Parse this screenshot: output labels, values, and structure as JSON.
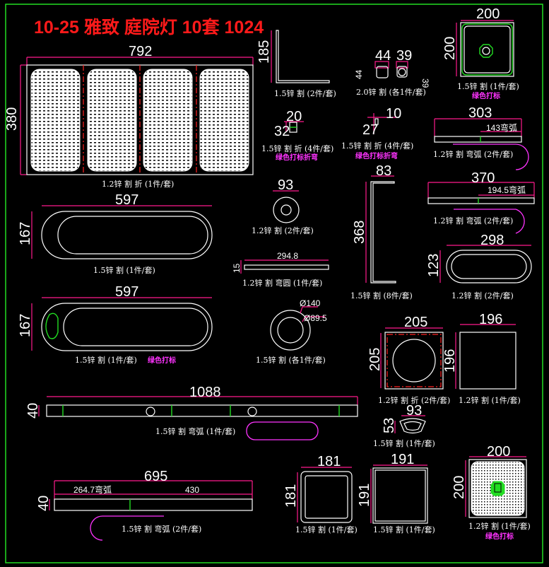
{
  "title": "10-25 雅致 庭院灯 10套 1024",
  "colors": {
    "background": "#000000",
    "title": "#ff1a1a",
    "dimension": "#ff1a8c",
    "outline": "#ffffff",
    "marker": "#22dd22",
    "note": "#ff33ff",
    "frame": "#22dd22"
  },
  "parts": [
    {
      "id": "front-panel",
      "dims": [
        "792",
        "380"
      ],
      "label": "1.2锌 割 折 (1件/套)"
    },
    {
      "id": "angle-bracket",
      "dims": [
        "185"
      ],
      "label": "1.5锌 割 (2件/套)"
    },
    {
      "id": "small-plates",
      "dims": [
        "44",
        "44",
        "39",
        "39"
      ],
      "label": "2.0锌 割 (各1件/套)"
    },
    {
      "id": "top-plate",
      "dims": [
        "200",
        "200"
      ],
      "label": "1.5锌 割 (1件/套)",
      "note": "绿色打标"
    },
    {
      "id": "tab-20x32",
      "dims": [
        "20",
        "32"
      ],
      "label": "1.5锌 割 折 (4件/套)",
      "note": "绿色打标折弯"
    },
    {
      "id": "tab-10x27",
      "dims": [
        "10",
        "27"
      ],
      "label": "1.5锌 割 折 (4件/套)",
      "note": "绿色打标折弯"
    },
    {
      "id": "strip-303",
      "dims": [
        "303",
        "143弯弧"
      ],
      "label": "1.2锌 割 弯弧 (2件/套)"
    },
    {
      "id": "oval-ring-597",
      "dims": [
        "597",
        "167"
      ],
      "label": "1.5锌 割 (1件/套)"
    },
    {
      "id": "washer-93",
      "dims": [
        "93"
      ],
      "label": "1.2锌 割 (2件/套)"
    },
    {
      "id": "strip-294",
      "dims": [
        "294.8",
        "15"
      ],
      "label": "1.2锌 割 弯圆 (1件/套)"
    },
    {
      "id": "c-channel",
      "dims": [
        "83",
        "368"
      ],
      "label": "1.5锌 割 (8件/套)"
    },
    {
      "id": "strip-370",
      "dims": [
        "370",
        "194.5弯弧"
      ],
      "label": "1.2锌 割 弯弧 (2件/套)"
    },
    {
      "id": "oval-ring-298",
      "dims": [
        "298",
        "123"
      ],
      "label": "1.2锌 割 (2件/套)"
    },
    {
      "id": "oval-ring-597b",
      "dims": [
        "597",
        "167"
      ],
      "label": "1.5锌 割 (1件/套)",
      "note": "绿色打标"
    },
    {
      "id": "ring-140",
      "dims": [
        "Ø140",
        "Ø89.5"
      ],
      "label": "1.5锌 割 (各1件/套)"
    },
    {
      "id": "square-205",
      "dims": [
        "205",
        "205"
      ],
      "label": "1.2锌 割 折 (2件/套)"
    },
    {
      "id": "square-196",
      "dims": [
        "196",
        "196"
      ],
      "label": "1.2锌 割 (1件/套)"
    },
    {
      "id": "strip-1088",
      "dims": [
        "1088",
        "40"
      ],
      "label": "1.5锌 割 弯弧 (1件/套)"
    },
    {
      "id": "arc-93",
      "dims": [
        "93",
        "53"
      ],
      "label": "1.5锌 割 (1件/套)"
    },
    {
      "id": "strip-695",
      "dims": [
        "695",
        "264.7弯弧",
        "430",
        "40"
      ],
      "label": "1.5锌 割 弯弧 (2件/套)"
    },
    {
      "id": "square-181",
      "dims": [
        "181",
        "181"
      ],
      "label": "1.5锌 割 (1件/套)"
    },
    {
      "id": "square-191",
      "dims": [
        "191",
        "191"
      ],
      "label": "1.5锌 割 (1件/套)"
    },
    {
      "id": "perforated-200",
      "dims": [
        "200",
        "200"
      ],
      "label": "1.2锌 割 (1件/套)",
      "note": "绿色打标"
    }
  ]
}
